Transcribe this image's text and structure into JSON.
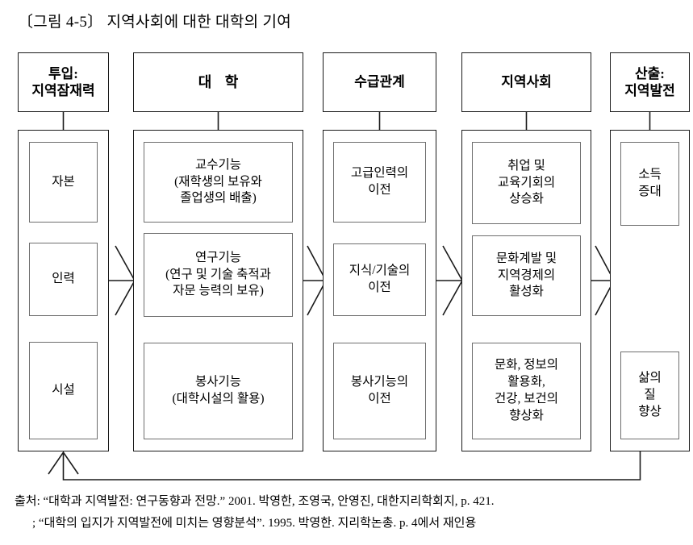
{
  "figure": {
    "title": "〔그림 4-5〕 지역사회에 대한 대학의 기여"
  },
  "columns": [
    {
      "id": "input",
      "header": "투입:\n지역잠재력",
      "nodes": [
        "자본",
        "인력",
        "시설"
      ]
    },
    {
      "id": "university",
      "header": "대 학",
      "nodes": [
        "교수기능\n(재학생의 보유와\n졸업생의 배출)",
        "연구기능\n(연구 및 기술 축적과\n자문 능력의 보유)",
        "봉사기능\n(대학시설의 활용)"
      ]
    },
    {
      "id": "supply-demand",
      "header": "수급관계",
      "nodes": [
        "고급인력의\n이전",
        "지식/기술의\n이전",
        "봉사기능의\n이전"
      ]
    },
    {
      "id": "community",
      "header": "지역사회",
      "nodes": [
        "취업 및\n교육기회의\n상승화",
        "문화계발 및\n지역경제의\n활성화",
        "문화, 정보의\n활용화,\n건강, 보건의\n향상화"
      ]
    },
    {
      "id": "output",
      "header": "산출:\n지역발전",
      "nodes": [
        "소득\n증대",
        "삶의\n질\n향상"
      ]
    }
  ],
  "source": {
    "line1": "출처: “대학과 지역발전: 연구동향과 전망.” 2001. 박영한, 조영국, 안영진, 대한지리학회지, p. 421.",
    "line2": "; “대학의 입지가 지역발전에 미치는 영향분석”. 1995. 박영한. 지리학논총. p. 4에서 재인용"
  },
  "style": {
    "line_color": "#1a1a1a",
    "inner_border_color": "#6e6e6e",
    "background": "#ffffff"
  }
}
